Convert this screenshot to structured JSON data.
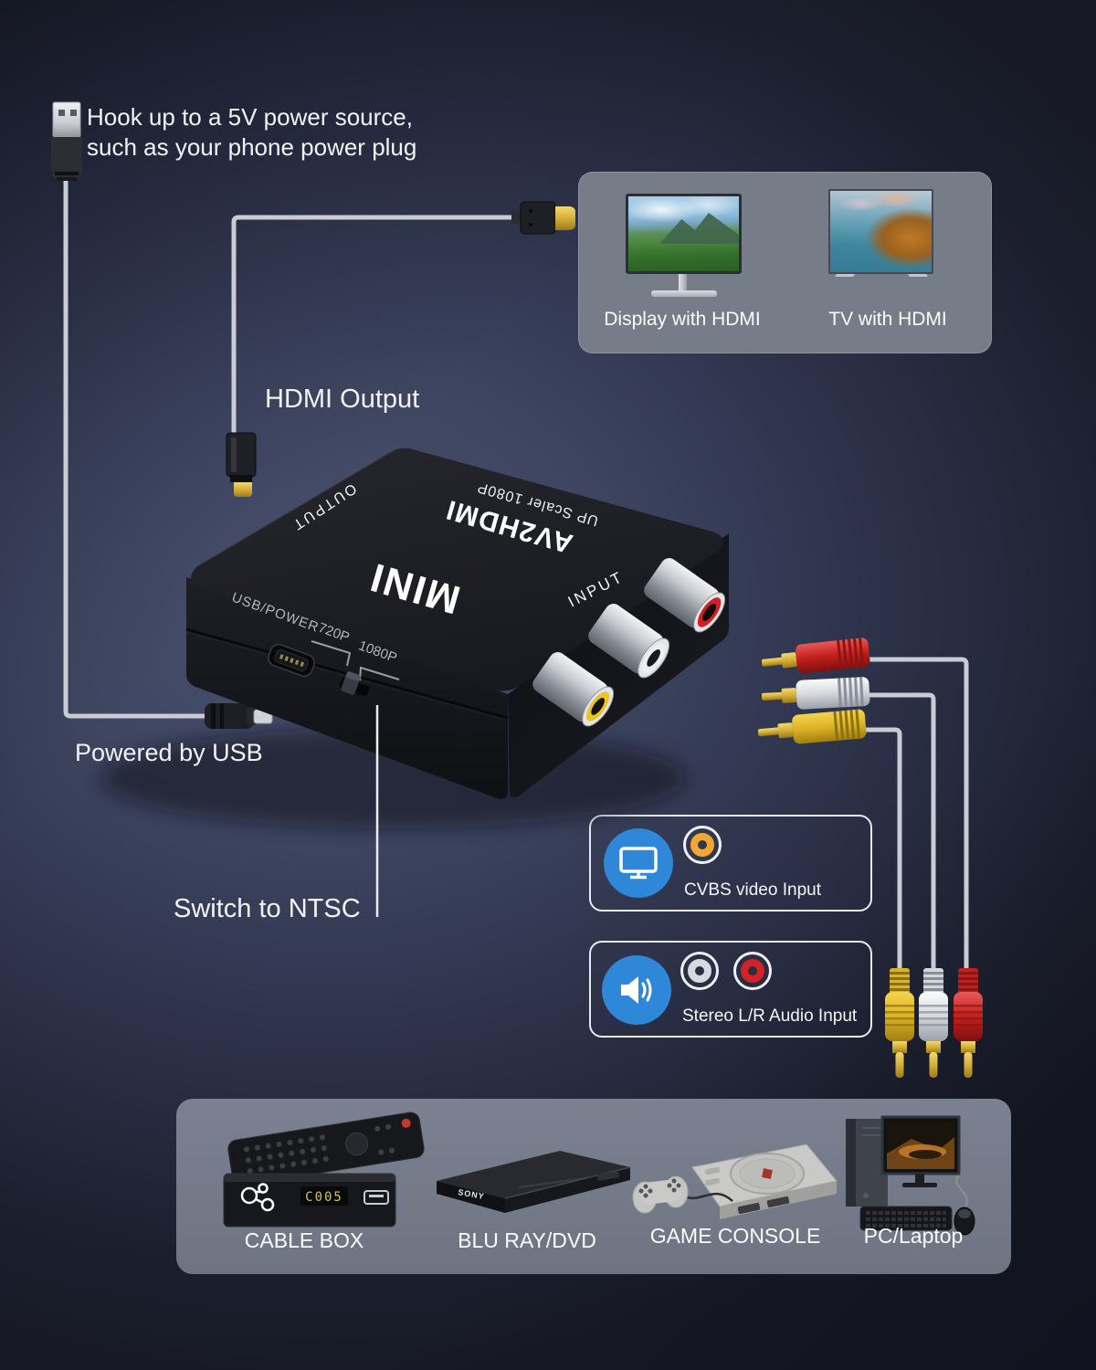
{
  "annotations": {
    "hookup_line1": "Hook up to a 5V power source,",
    "hookup_line2": "such as your phone power plug",
    "hdmi_output": "HDMI Output",
    "powered_by_usb": "Powered by USB",
    "switch_to_ntsc": "Switch to NTSC"
  },
  "displays_panel": {
    "monitor_label": "Display with HDMI",
    "tv_label": "TV with HDMI"
  },
  "converter": {
    "brand": "MINI",
    "model": "AV2HDMI",
    "scaler": "UP Scaler 1080P",
    "output": "OUTPUT",
    "input": "INPUT",
    "usb_power": "USB/POWER",
    "res_720p": "720P",
    "res_1080p": "1080P"
  },
  "io_panels": {
    "cvbs": "CVBS video Input",
    "stereo": "Stereo L/R Audio Input"
  },
  "sources": {
    "cable_box": "CABLE BOX",
    "blu_ray": "BLU RAY/DVD",
    "game_console": "GAME CONSOLE",
    "pc": "PC/Laptop"
  },
  "device_details": {
    "cable_box_display": "C005",
    "dvd_brand": "SONY"
  },
  "colors": {
    "background_center": "#4a5270",
    "background_edge": "#171a26",
    "panel_gray": "#767c88",
    "icon_blue": "#2f87d8",
    "rca_yellow": "#e8c52a",
    "rca_white": "#d8dade",
    "rca_red": "#cf2027",
    "cable": "#c9ccd3"
  }
}
